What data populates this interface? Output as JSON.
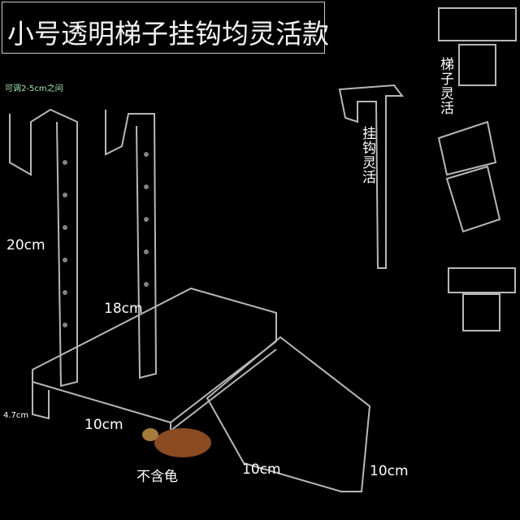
{
  "title": "小号透明梯子挂钩均灵活款",
  "labels": {
    "adjust_range": "可调2-5cm之间",
    "height_20": "20cm",
    "length_18": "18cm",
    "height_4_7": "4.7cm",
    "width_10_a": "10cm",
    "width_10_b": "10cm",
    "width_10_c": "10cm",
    "no_turtle": "不含龟",
    "hook_flexible": "挂钩灵活",
    "ladder_flexible": "梯子灵活"
  }
}
